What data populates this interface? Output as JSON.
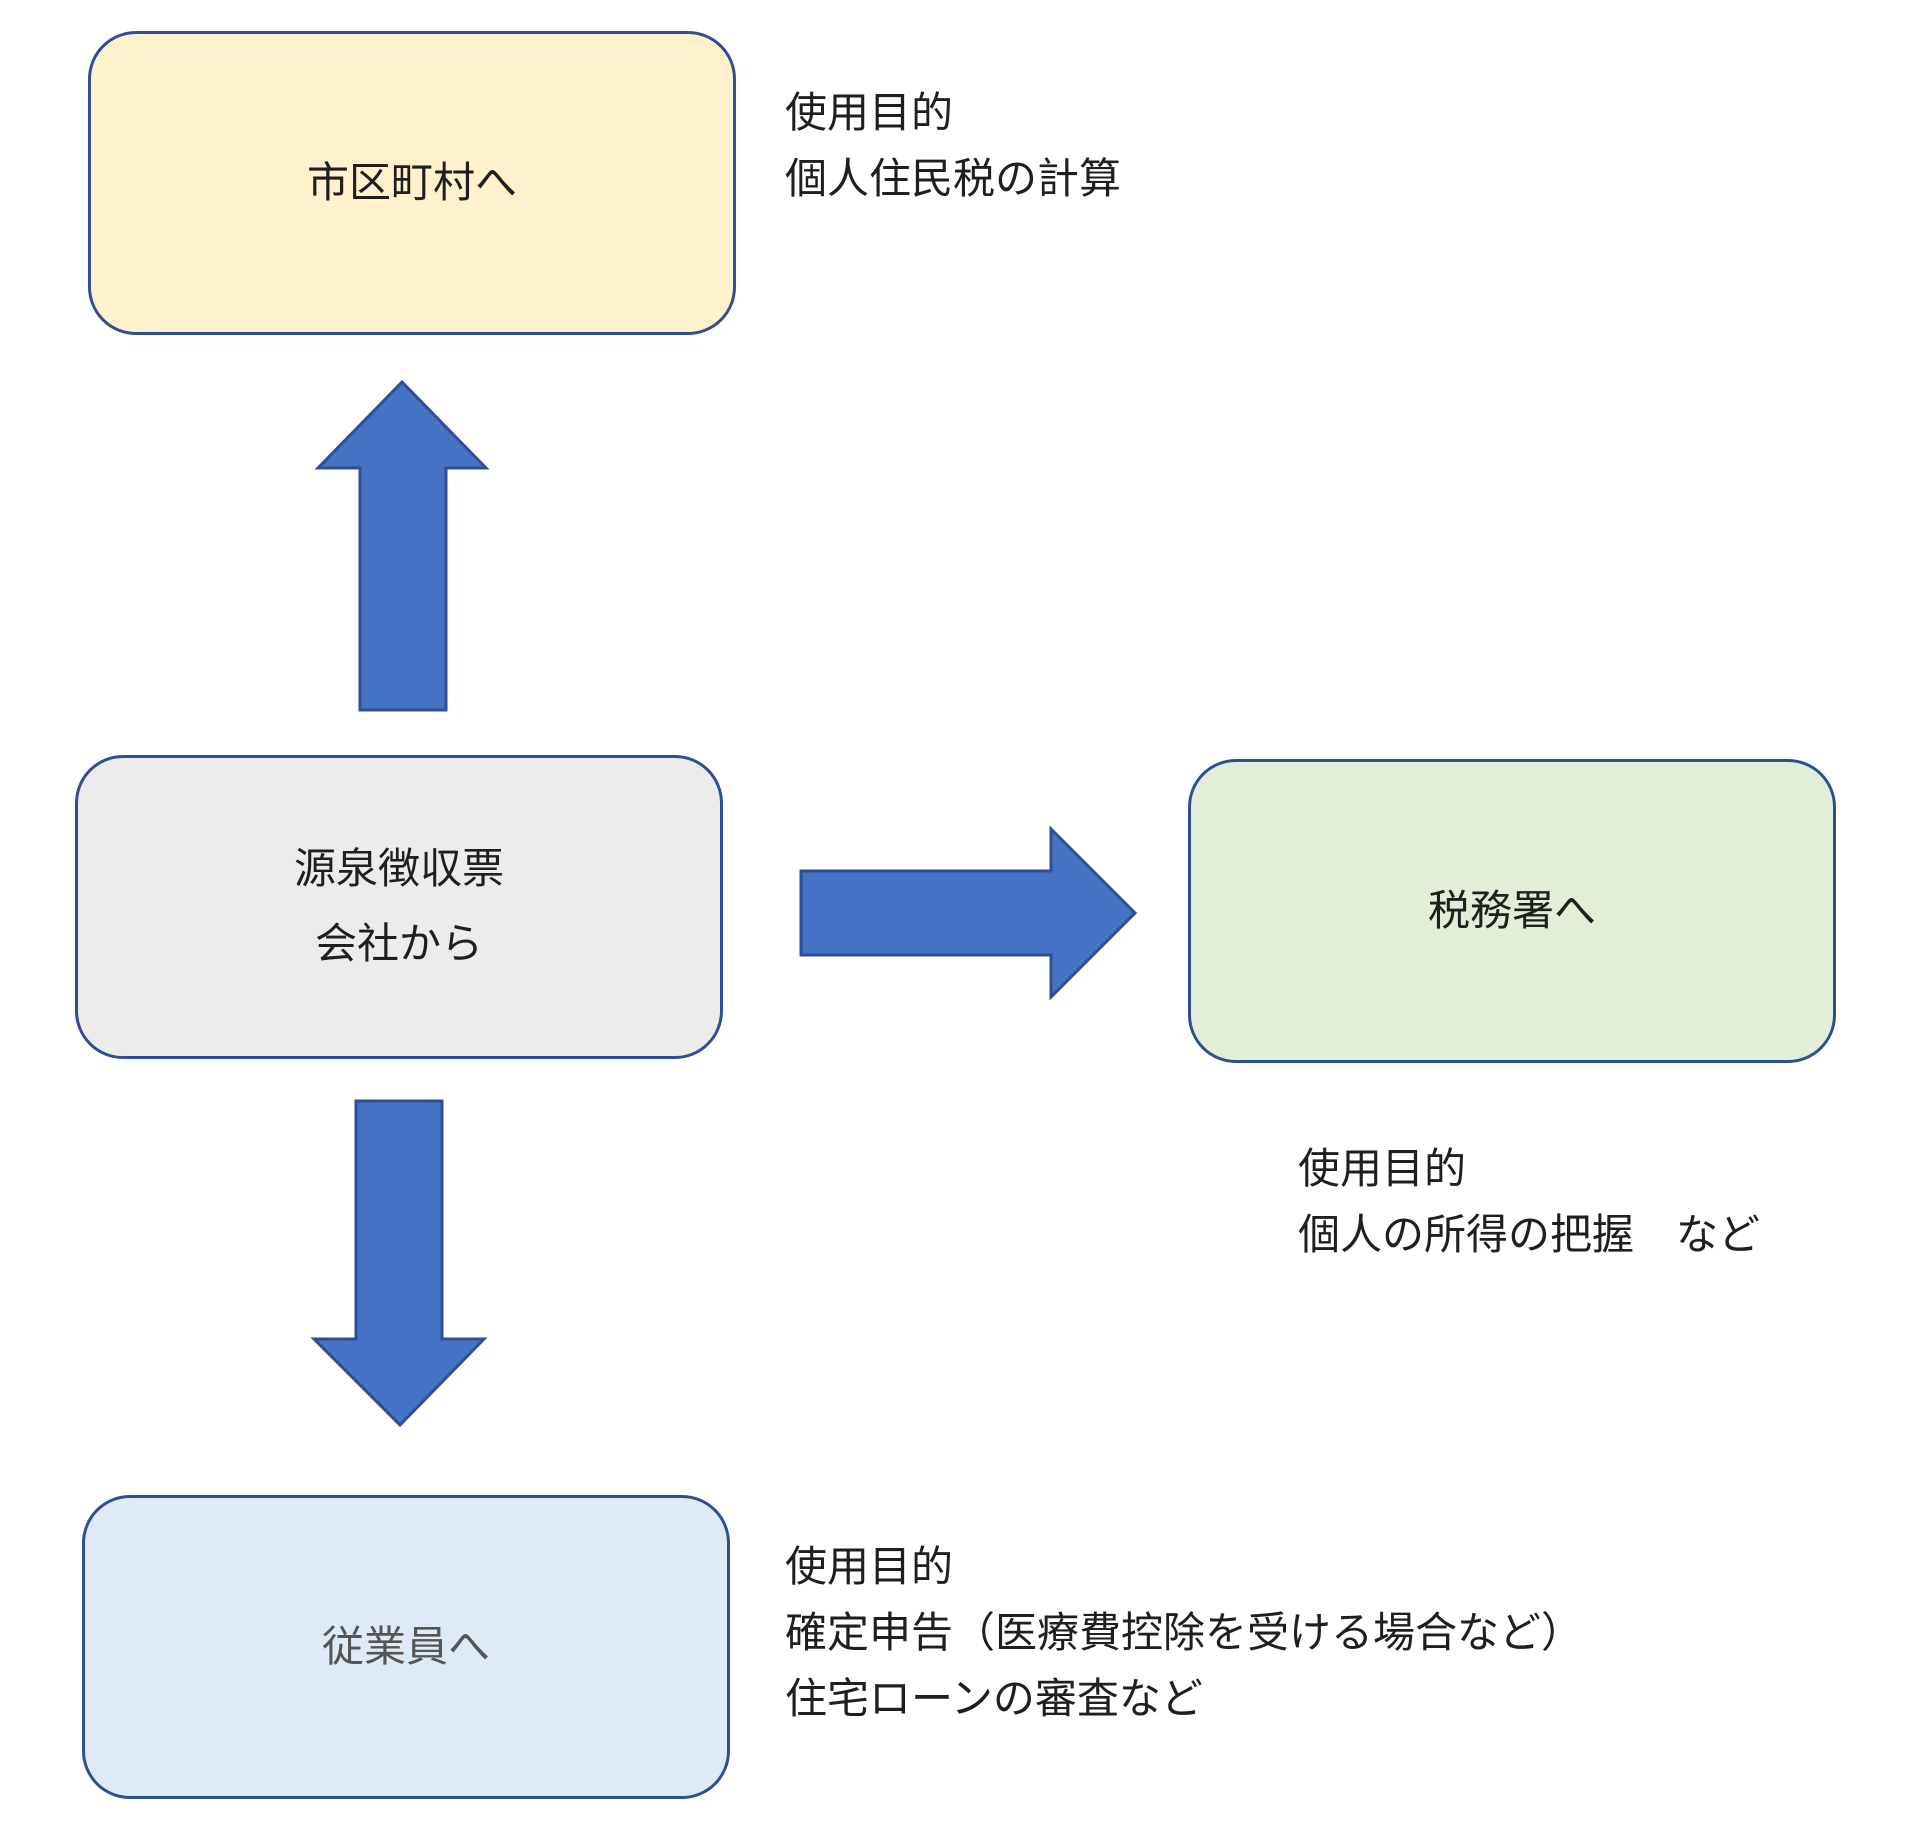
{
  "colors": {
    "box_border": "#2f4f92",
    "arrow_fill": "#4472c4",
    "city_fill": "#fff1cb",
    "source_fill": "#ececec",
    "taxoffice_fill": "#e3eed8",
    "employee_fill": "#deebf6"
  },
  "boxes": {
    "city": {
      "label": "市区町村へ"
    },
    "source": {
      "line1": "源泉徴収票",
      "line2": "会社から"
    },
    "taxoffice": {
      "label": "税務署へ"
    },
    "employee": {
      "label": "従業員へ"
    }
  },
  "notes": {
    "city": {
      "heading": "使用目的",
      "line1": "個人住民税の計算"
    },
    "taxoffice": {
      "heading": "使用目的",
      "line1": "個人の所得の把握　など"
    },
    "employee": {
      "heading": "使用目的",
      "line1": "確定申告（医療費控除を受ける場合など）",
      "line2": "住宅ローンの審査など"
    }
  }
}
